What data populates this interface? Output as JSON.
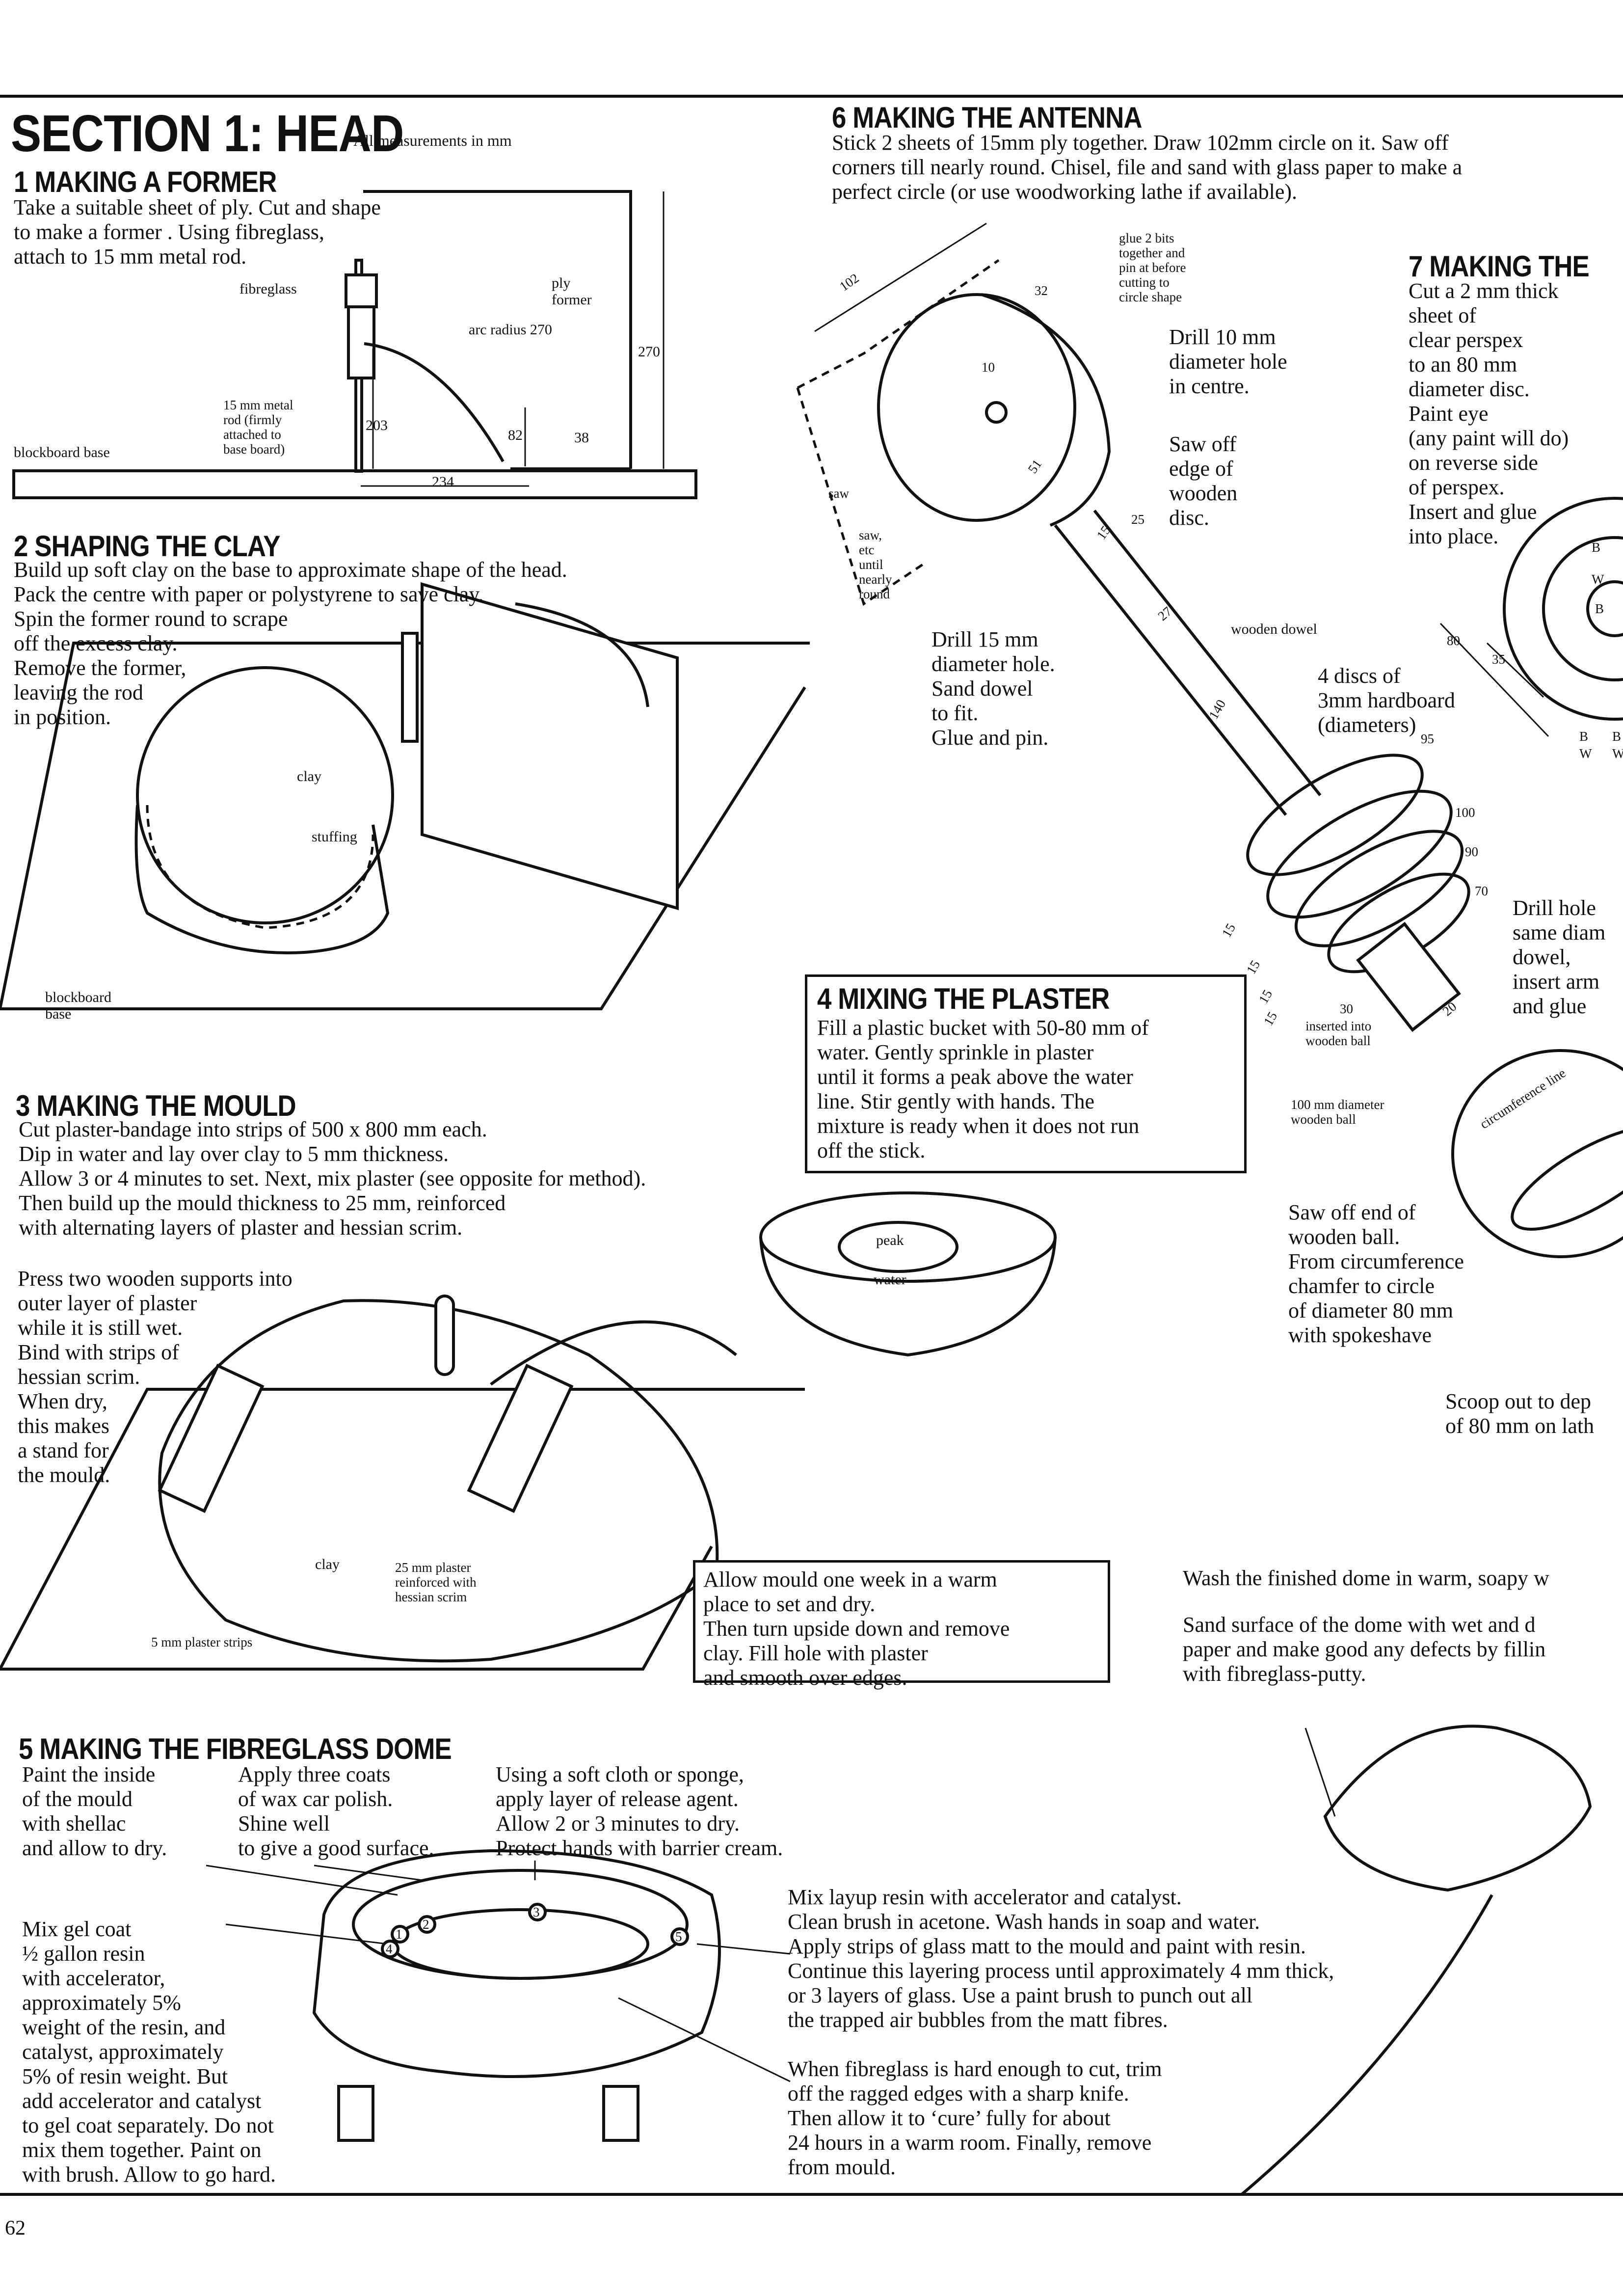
{
  "page": {
    "number": "62"
  },
  "section": {
    "title": "SECTION 1: HEAD",
    "subtitle": "All measurements in mm"
  },
  "step1": {
    "heading": "1 MAKING A FORMER",
    "text": "Take a suitable sheet of ply. Cut and shape\nto make a  former . Using fibreglass,\nattach to 15 mm metal rod.",
    "labels": {
      "fibreglass": "fibreglass",
      "ply_former": "ply\nformer",
      "arc_radius": "arc radius 270",
      "rod": "15 mm metal\nrod (firmly\nattached to\nbase board)",
      "base": "blockboard base"
    },
    "dimensions": {
      "height": "270",
      "rod_height": "203",
      "width": "234",
      "mid": "82",
      "edge": "38"
    }
  },
  "step2": {
    "heading": "2 SHAPING THE CLAY",
    "text": "Build up soft clay on the base to approximate shape of the head.\nPack the centre with paper or polystyrene to save clay.\nSpin the former round to scrape\noff the excess clay.\nRemove the former,\nleaving the rod\nin position.",
    "labels": {
      "clay": "clay",
      "stuffing": "stuffing",
      "base": "blockboard\nbase"
    }
  },
  "step3": {
    "heading": "3 MAKING THE MOULD",
    "text": "Cut plaster-bandage into strips of 500 x 800 mm each.\nDip in water and lay over clay to 5 mm thickness.\nAllow 3 or 4 minutes to set. Next, mix plaster (see opposite for method).\nThen build up the mould thickness to 25 mm, reinforced\nwith alternating layers of plaster and hessian scrim.",
    "supports_text": "Press two wooden supports into\nouter layer of plaster\nwhile it is still wet.\nBind with strips of\nhessian scrim.\nWhen dry,\nthis makes\na stand for\nthe mould.",
    "labels": {
      "clay": "clay",
      "plaster": "25 mm plaster\nreinforced with\nhessian scrim",
      "strips": "5 mm plaster strips"
    },
    "box_text": "Allow mould one week in a warm\nplace to set and dry.\nThen turn upside down and remove\nclay. Fill hole with plaster\nand smooth over edges."
  },
  "step4": {
    "heading": "4 MIXING THE PLASTER",
    "text": "Fill a plastic bucket with 50-80 mm of\nwater. Gently sprinkle in plaster\nuntil it forms a peak above the water\nline. Stir gently with hands. The\nmixture is ready when it does not run\noff the stick.",
    "labels": {
      "peak": "peak",
      "water": "water"
    }
  },
  "step5": {
    "heading": "5 MAKING THE FIBREGLASS DOME",
    "col1": "Paint the inside\nof the mould\nwith shellac\nand allow to dry.",
    "col2": "Apply three coats\nof wax car polish.\nShine well\nto give a good surface.",
    "col3": "Using a soft cloth or sponge,\napply layer of release agent.\nAllow 2 or 3 minutes to dry.\nProtect hands with barrier cream.",
    "gel_coat": "Mix gel coat\n½ gallon resin\nwith accelerator,\napproximately 5%\nweight of the resin, and\ncatalyst, approximately\n5% of resin weight. But\nadd accelerator and catalyst\nto gel coat separately. Do not\nmix them together. Paint on\nwith brush. Allow to go hard.",
    "layup": "Mix layup resin with accelerator and catalyst.\nClean brush in acetone. Wash hands in soap and water.\nApply strips of glass matt to the mould and paint with resin.\nContinue this layering process until approximately 4 mm thick,\nor 3 layers of glass. Use a paint brush to punch out all\nthe trapped air bubbles from the matt fibres.",
    "trim": "When fibreglass is hard enough to cut, trim\noff the ragged edges with a sharp knife.\nThen allow it to ‘cure’ fully for about\n24 hours in a warm room. Finally, remove\nfrom mould.",
    "wash": "Wash the finished dome in warm, soapy w",
    "sand": "Sand surface of the dome with wet and d\npaper and make good any defects by fillin\nwith fibreglass-putty.",
    "markers": [
      "1",
      "2",
      "3",
      "4",
      "5"
    ]
  },
  "step6": {
    "heading": "6 MAKING THE ANTENNA",
    "text": "Stick 2 sheets of 15mm ply together. Draw 102mm circle on it. Saw off\ncorners till nearly round. Chisel, file and sand with glass paper to make a\nperfect circle (or use woodworking lathe if available).",
    "labels": {
      "glue": "glue 2 bits\ntogether and\npin at    before\ncutting to\ncircle shape",
      "drill10": "Drill 10 mm\ndiameter hole\nin centre.",
      "saw_edge": "Saw off\nedge of\nwooden\ndisc.",
      "saw": "saw",
      "saw_etc": "saw,\netc\nuntil\nnearly\nround",
      "drill15": "Drill 15 mm\ndiameter hole.\nSand dowel\nto fit.\nGlue and pin.",
      "dowel": "wooden dowel",
      "discs": "4 discs of\n3mm hardboard\n(diameters)",
      "inserted": "inserted into\nwooden ball",
      "ball": "100 mm diameter\nwooden ball",
      "circumference": "circumference line",
      "saw_end": "Saw off end of\nwooden ball.\nFrom circumference\nchamfer to circle\nof diameter 80 mm\nwith spokeshave",
      "scoop": "Scoop out to dep\nof 80 mm on lath",
      "drill_hole": "Drill hole\nsame diam\ndowel,\ninsert arm\nand glue"
    },
    "dimensions": {
      "d102": "102",
      "d32": "32",
      "d10": "10",
      "d51": "51",
      "d25": "25",
      "d15": "15",
      "d27": "27",
      "d140": "140",
      "d30": "30",
      "d20": "20"
    },
    "disc_diameters": [
      "95",
      "100",
      "90",
      "70"
    ],
    "spacings": [
      "15",
      "15",
      "15",
      "15"
    ]
  },
  "step7": {
    "heading": "7 MAKING THE",
    "text": "Cut a 2 mm thick\nsheet of\nclear perspex\nto an 80 mm\ndiameter disc.\nPaint eye\n(any paint will do)\non reverse side\nof perspex.\nInsert and glue\ninto place.",
    "dimensions": {
      "outer": "80",
      "inner": "35"
    },
    "ring_labels": [
      "B",
      "W",
      "B"
    ],
    "legend": [
      "B",
      "W",
      "B",
      "W"
    ]
  }
}
